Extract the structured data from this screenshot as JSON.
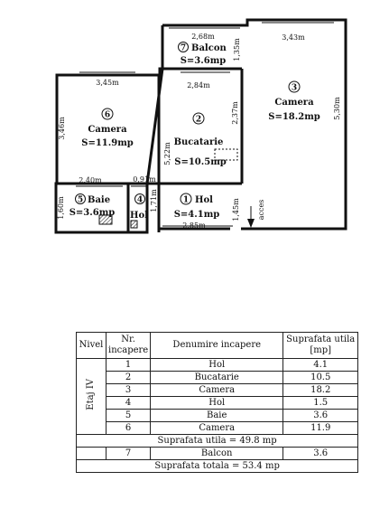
{
  "plan": {
    "rooms": [
      {
        "num": "1",
        "name": "Hol",
        "area": "S=4.1mp"
      },
      {
        "num": "2",
        "name": "Bucatarie",
        "area": "S=10.5mp"
      },
      {
        "num": "3",
        "name": "Camera",
        "area": "S=18.2mp"
      },
      {
        "num": "4",
        "name": "Hol",
        "area": ""
      },
      {
        "num": "5",
        "name": "Baie",
        "area": "S=3.6mp"
      },
      {
        "num": "6",
        "name": "Camera",
        "area": "S=11.9mp"
      },
      {
        "num": "7",
        "name": "Balcon",
        "area": "S=3.6mp"
      }
    ],
    "dims": {
      "balcon_w": "2,68m",
      "balcon_h": "1,35m",
      "cam3_w": "3,43m",
      "cam3_h": "5,30m",
      "cam6_w": "3,45m",
      "cam6_h": "3,46m",
      "buc_w": "2,84m",
      "buc_h1": "2,37m",
      "buc_h2": "5,22m",
      "baie_w": "2,40m",
      "baie_h": "1,60m",
      "hol4_w": "0,91m",
      "hol4_h": "1,71m",
      "hol1_w": "2,85m",
      "hol1_h": "1,45m"
    },
    "acces": "acces"
  },
  "table": {
    "headers": {
      "nivel": "Nivel",
      "nr": "Nr. incapere",
      "denumire": "Denumire incapere",
      "suprafata": "Suprafata utila [mp]"
    },
    "nivel_value": "Etaj IV",
    "rows": [
      {
        "nr": "1",
        "denumire": "Hol",
        "suprafata": "4.1"
      },
      {
        "nr": "2",
        "denumire": "Bucatarie",
        "suprafata": "10.5"
      },
      {
        "nr": "3",
        "denumire": "Camera",
        "suprafata": "18.2"
      },
      {
        "nr": "4",
        "denumire": "Hol",
        "suprafata": "1.5"
      },
      {
        "nr": "5",
        "denumire": "Baie",
        "suprafata": "3.6"
      },
      {
        "nr": "6",
        "denumire": "Camera",
        "suprafata": "11.9"
      }
    ],
    "suprafata_utila": "Suprafata utila = 49.8 mp",
    "balcon_row": {
      "nr": "7",
      "denumire": "Balcon",
      "suprafata": "3.6"
    },
    "suprafata_totala": "Suprafata totala = 53.4 mp"
  }
}
